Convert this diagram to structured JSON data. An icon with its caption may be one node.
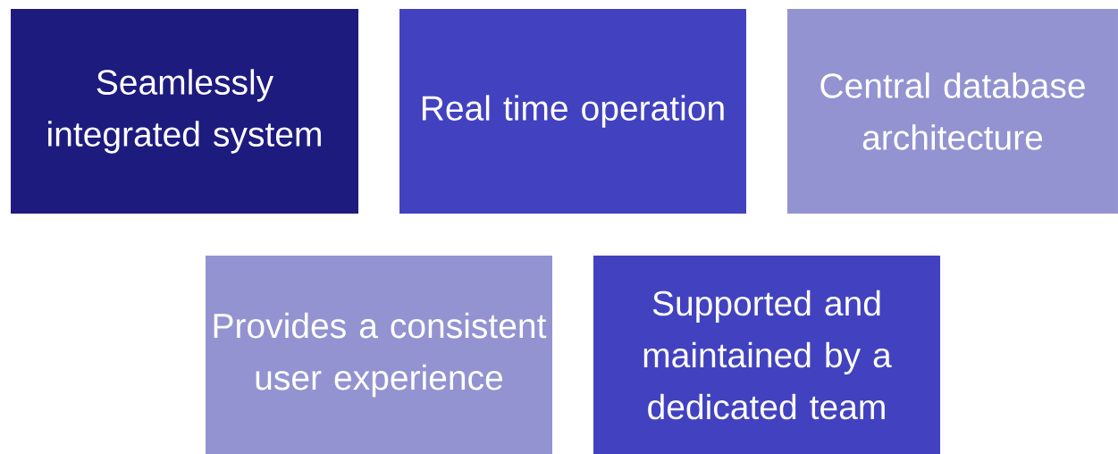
{
  "diagram": {
    "nodes": [
      {
        "text": [
          "Seamlessly integrated system"
        ]
      },
      {
        "text": [
          "Real time operation"
        ]
      },
      {
        "text": [
          "Central database architecture"
        ]
      },
      {
        "text": [
          "Provides a consistent user experience"
        ]
      },
      {
        "text": [
          "Supported and maintained by a dedicated team"
        ]
      }
    ]
  }
}
